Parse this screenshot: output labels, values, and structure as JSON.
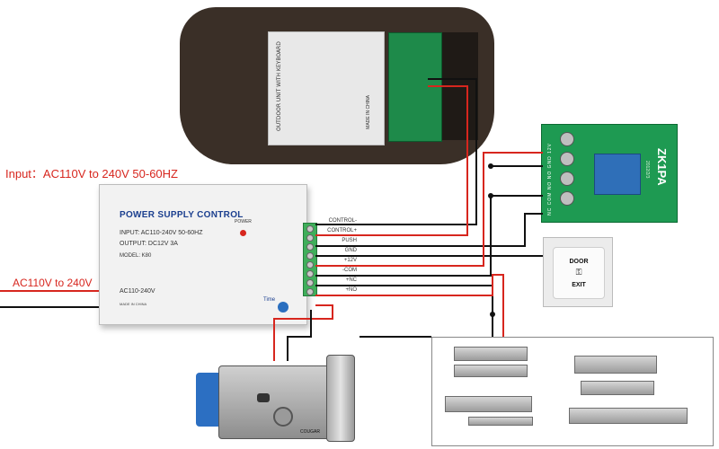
{
  "labels": {
    "input": "Input：AC110V to 240V 50-60HZ",
    "ac_input": "AC110V to 240V"
  },
  "power_supply": {
    "title": "POWER SUPPLY CONTROL",
    "power_indicator": "POWER",
    "input": "INPUT:  AC110-240V  50-60HZ",
    "output": "OUTPUT:  DC12V   3A",
    "model": "MODEL:  K80",
    "ac": "AC110-240V",
    "made_in": "MADE IN CHINA",
    "time_label": "Time",
    "terminals": [
      "CONTROL-",
      "CONTROL+",
      "PUSH",
      "GND",
      "+12V",
      "-COM",
      "+NC",
      "+NO"
    ]
  },
  "outdoor_unit": {
    "label": "OUTDOOR UNIT WITH KEYBOARD",
    "made_in": "MADE IN CHINA"
  },
  "zk1pa": {
    "name": "ZK1PA",
    "date": "2012/2/3",
    "pins": "NC  COM  NO  NO  GND  12V"
  },
  "exit_button": {
    "line1": "DOOR",
    "line2": "EXIT"
  },
  "lock": {
    "brand": "COUGAR"
  },
  "colors": {
    "wire_red": "#d7261e",
    "wire_black": "#111111",
    "psu_title": "#1b3f8f",
    "board_green": "#1e9a52"
  }
}
